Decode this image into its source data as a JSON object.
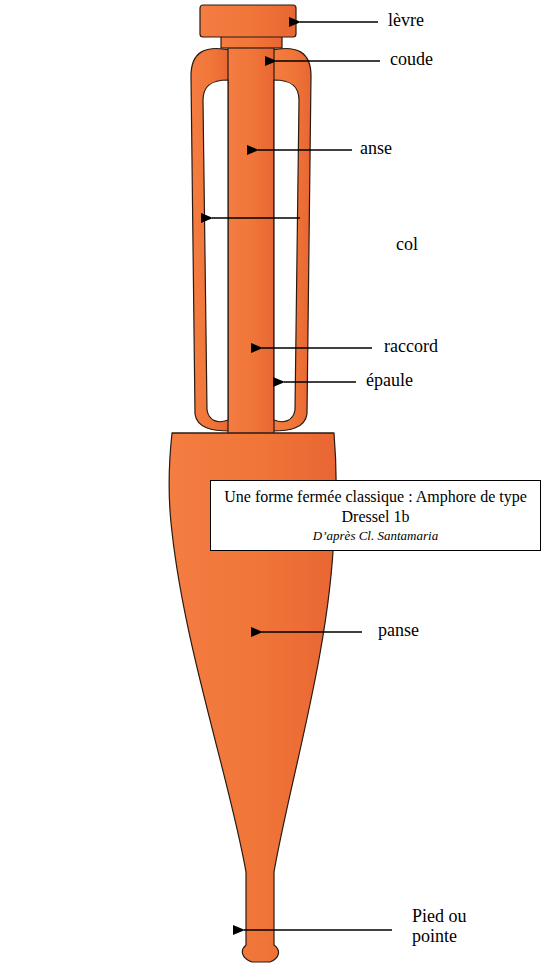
{
  "diagram": {
    "nodes": [
      {
        "text": [
          "Une forme fermée classique : Amphore de type Dressel 1b",
          "D’après Cl. Santamaria"
        ]
      }
    ],
    "labels": [
      "lèvre",
      "coude",
      "anse",
      "col",
      "raccord",
      "épaule",
      "panse",
      "Pied ou pointe"
    ]
  }
}
